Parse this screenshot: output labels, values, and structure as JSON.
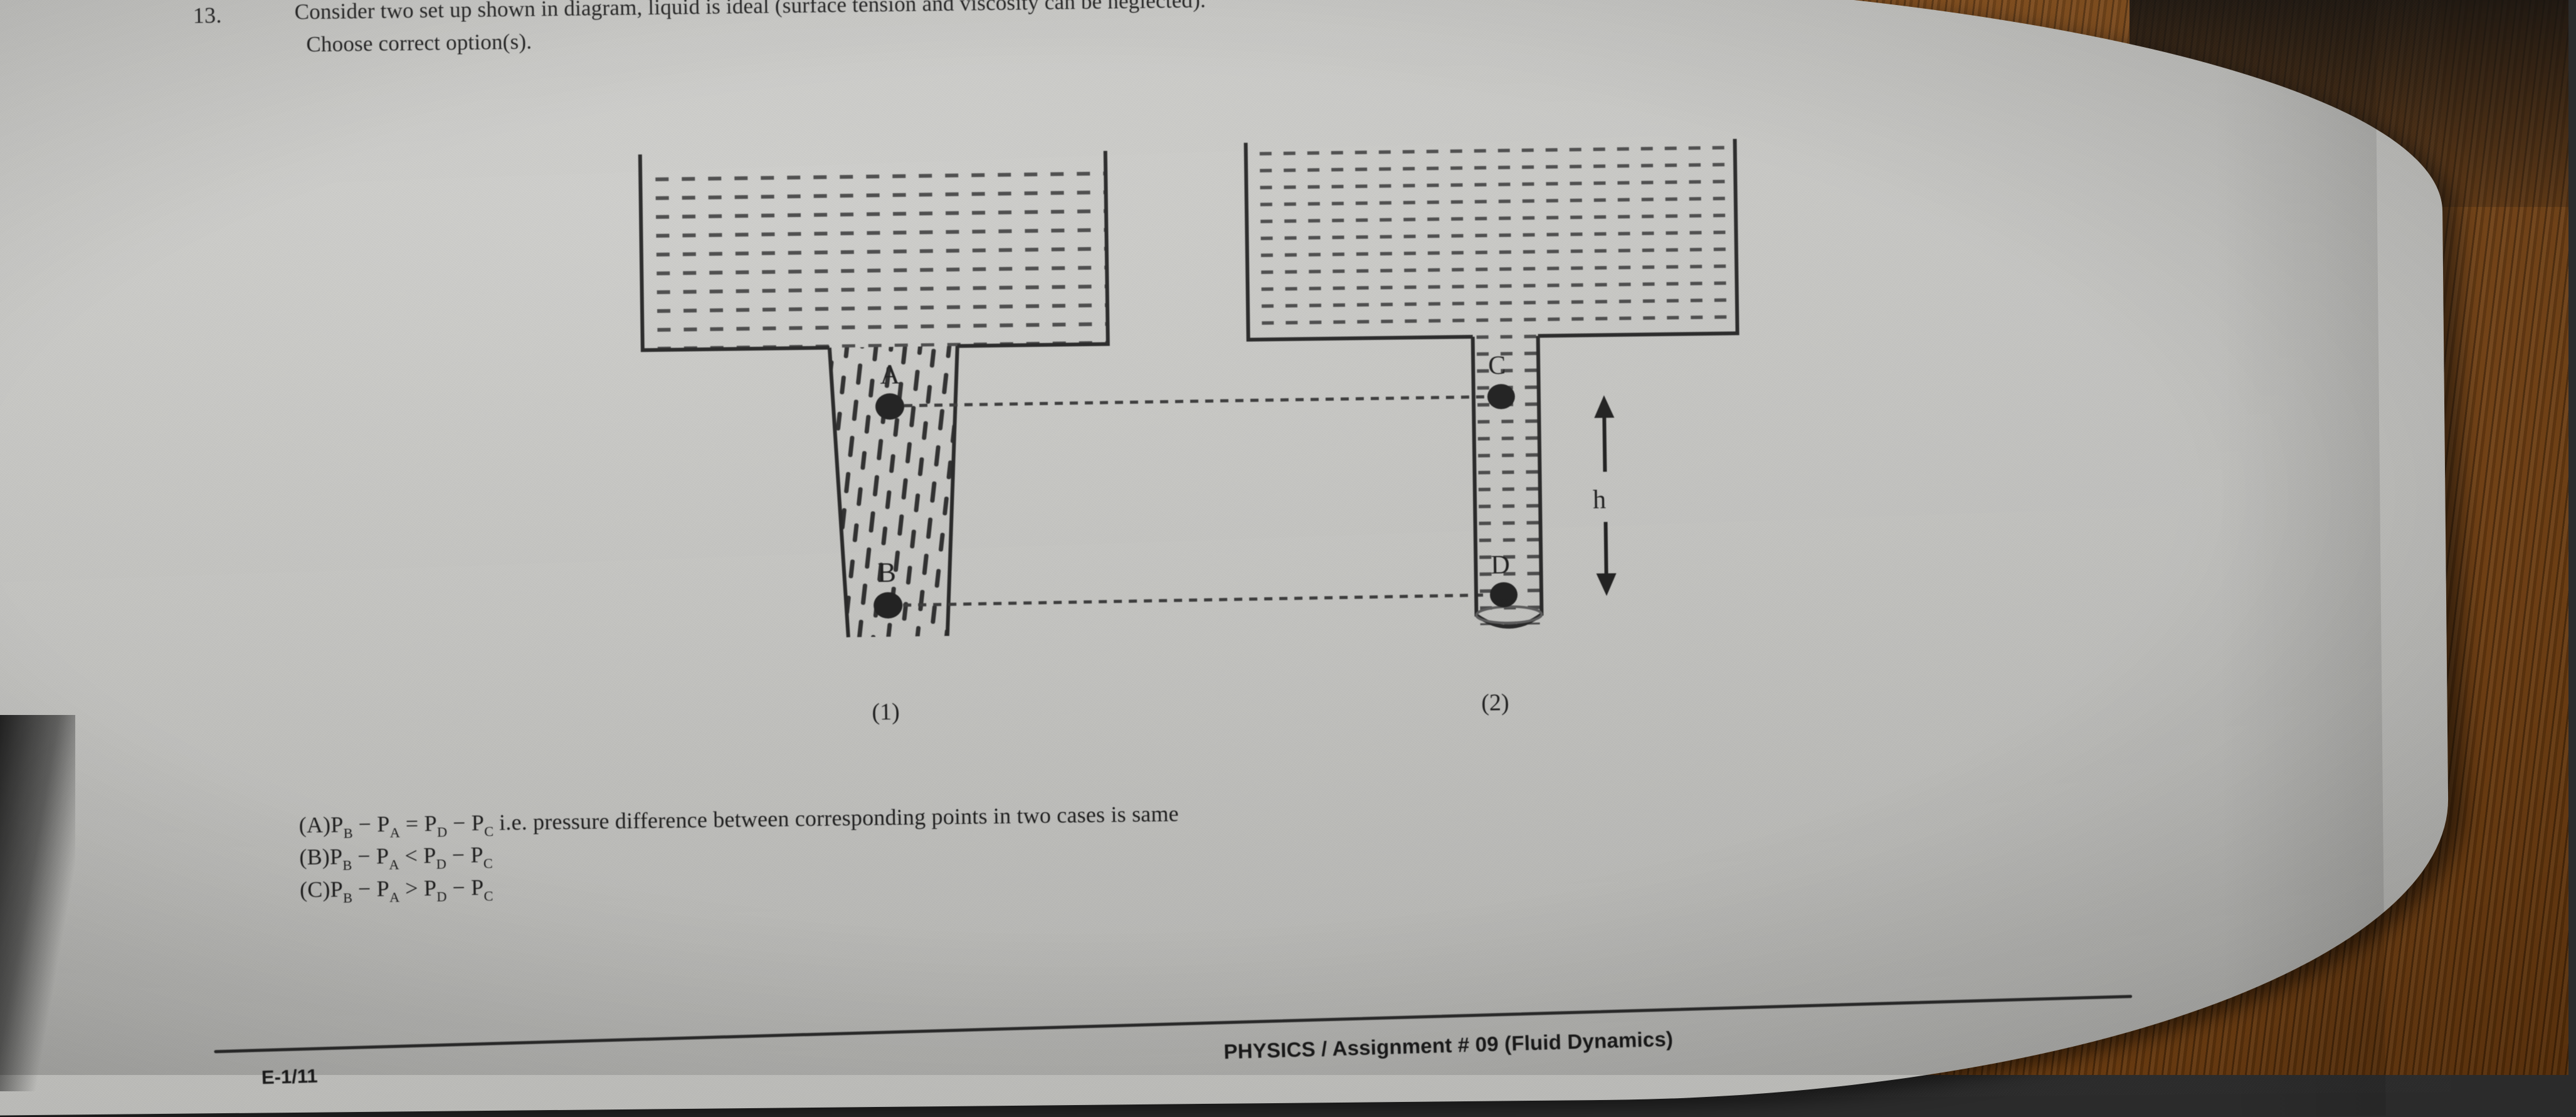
{
  "question": {
    "number": "13.",
    "line1": "Consider two set up shown in diagram, liquid is ideal (surface tension and viscosity can be neglected).",
    "line2": "Choose correct option(s)."
  },
  "figure": {
    "setup1": {
      "caption": "(1)",
      "point_top_label": "A",
      "point_bottom_label": "B",
      "tube_type": "tapered-open",
      "fill_style": "slanted-dashes"
    },
    "setup2": {
      "caption": "(2)",
      "point_top_label": "C",
      "point_bottom_label": "D",
      "height_label": "h",
      "tube_type": "straight-closed",
      "fill_style": "horizontal-dashes"
    }
  },
  "options": [
    {
      "key": "(A)",
      "expr_html": "P<sub>B</sub> &minus; P<sub>A</sub> = P<sub>D</sub> &minus; P<sub>C</sub>",
      "trailing": " i.e. pressure difference between corresponding points in two cases is same"
    },
    {
      "key": "(B)",
      "expr_html": "P<sub>B</sub> &minus; P<sub>A</sub> &lt; P<sub>D</sub> &minus; P<sub>C</sub>",
      "trailing": ""
    },
    {
      "key": "(C)",
      "expr_html": "P<sub>B</sub> &minus; P<sub>A</sub> &gt; P<sub>D</sub> &minus; P<sub>C</sub>",
      "trailing": ""
    }
  ],
  "footer": {
    "text": "PHYSICS / Assignment # 09 (Fluid Dynamics)",
    "left_text": "E-1/11"
  },
  "colors": {
    "ink": "#1d1d1d",
    "paper": "#c6c6c3",
    "desk": "#a86018"
  }
}
